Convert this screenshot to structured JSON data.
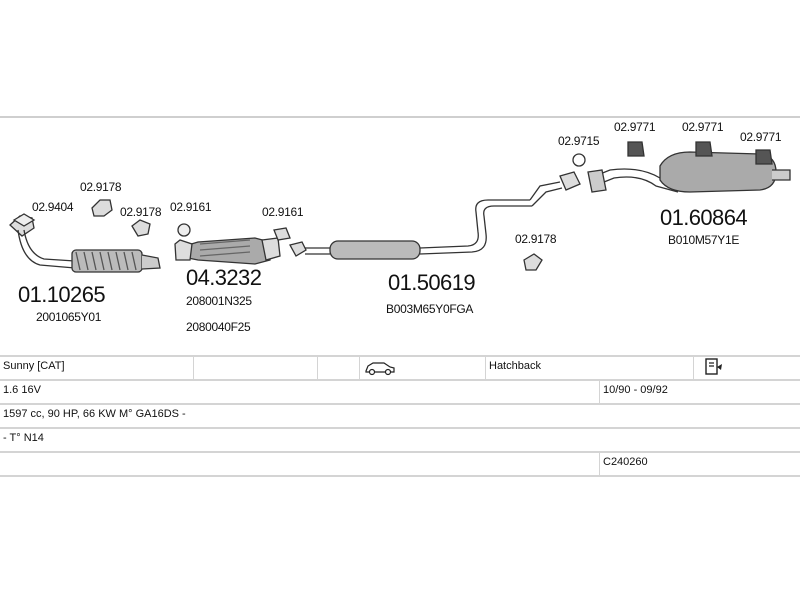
{
  "diagram": {
    "parts": [
      {
        "number": "01.10265",
        "code": "2001065Y01"
      },
      {
        "number": "04.3232",
        "code": "208001N325",
        "code2": "2080040F25"
      },
      {
        "number": "01.50619",
        "code": "B003M65Y0FGA"
      },
      {
        "number": "01.60864",
        "code": "B010M57Y1E"
      }
    ],
    "accessories": {
      "a1": "02.9404",
      "a2": "02.9178",
      "a3": "02.9178",
      "a4": "02.9161",
      "a5": "02.9161",
      "a6": "02.9178",
      "a7": "02.9715",
      "a8": "02.9771",
      "a9": "02.9771",
      "a10": "02.9771"
    }
  },
  "vehicle": {
    "model": "Sunny  [CAT]",
    "body_type": "Hatchback",
    "engine": "1.6 16V",
    "years": "10/90 - 09/92",
    "specs": "1597 cc, 90 HP, 66 KW M° GA16DS -",
    "chassis": "- T° N14",
    "catalog_code": "C240260"
  }
}
